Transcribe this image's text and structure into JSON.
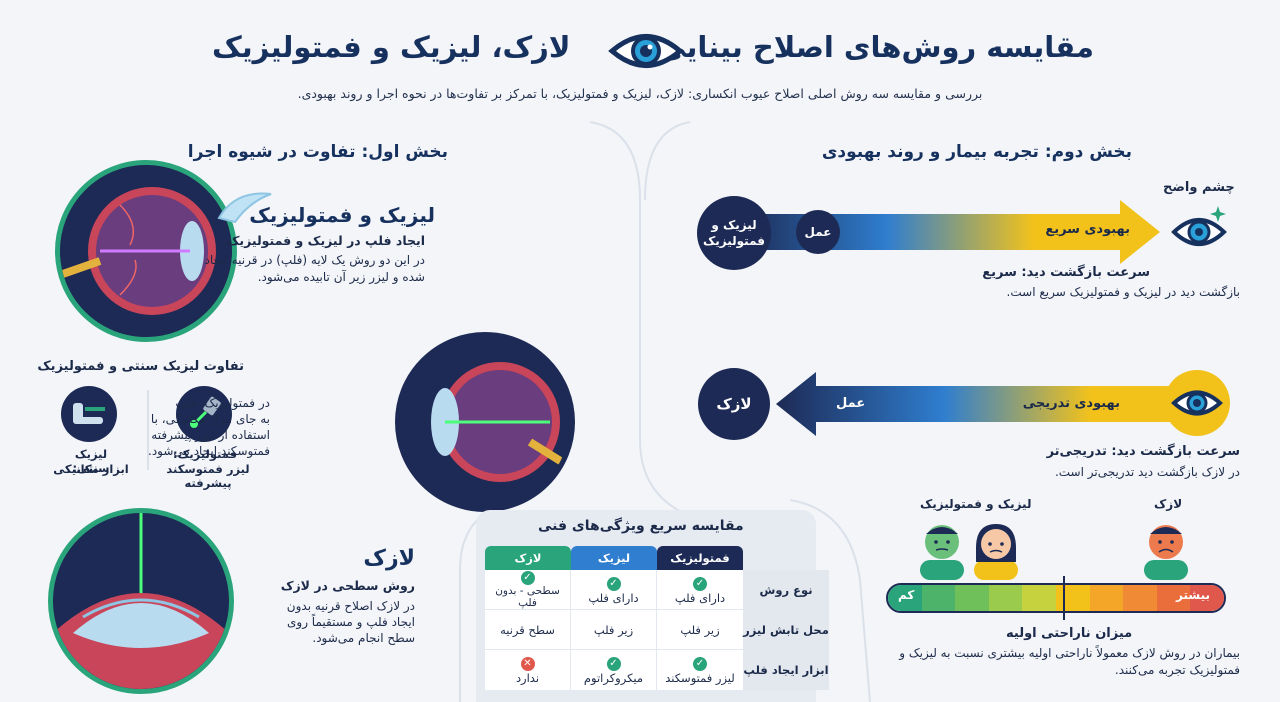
{
  "header": {
    "title_right": "مقایسه روش‌های اصلاح بینایی:",
    "title_left": "لازک، لیزیک و فمتولیزیک",
    "subtitle": "بررسی و مقایسه سه روش اصلی اصلاح عیوب انکساری: لازک، لیزیک و فمتولیزیک، با تمرکز بر تفاوت‌ها در نحوه اجرا و روند بهبودی."
  },
  "section1": {
    "heading": "بخش اول: تفاوت در شیوه اجرا",
    "lasik_femto": {
      "title": "لیزیک و فمتولیزیک",
      "line1": "ایجاد فلپ در لیزیک و فمتولیزیک",
      "line2": "در این دو روش یک لایه (فلپ) در قرنیه ایجاد",
      "line3": "شده و لیزر زیر آن تابیده می‌شود."
    },
    "difference": {
      "title": "تفاوت لیزیک سنتی و فمتولیزیک",
      "traditional_label1": "لیزیک سنتی:",
      "traditional_label2": "ابزار مکانیکی",
      "femto_label1": "فمتولیزیک:",
      "femto_label2": "لیزر فمتوسکند پیشرفته",
      "desc1": "در فمتولیزیک، فلپ",
      "desc2": "به جای ابزار مکانیکی، با",
      "desc3": "استفاده از لیزر پیشرفته",
      "desc4": "فمتوسکند ایجاد می‌شود."
    },
    "lasek": {
      "title": "لازک",
      "subtitle": "روش سطحی در لازک",
      "line1": "در لازک اصلاح قرنیه بدون",
      "line2": "ایجاد فلپ و مستقیماً روی",
      "line3": "سطح انجام می‌شود."
    }
  },
  "section2": {
    "heading": "بخش دوم: تجربه بیمار و روند بهبودی",
    "clear_eye_label": "چشم واضح",
    "fast": {
      "tag": "لیزیک و فمتولیزیک",
      "op": "عمل",
      "recovery": "بهبودی سریع",
      "speed_title": "سرعت بازگشت دید: سریع",
      "speed_desc": "بازگشت دید در لیزیک و فمتولیزیک سریع است."
    },
    "slow": {
      "tag": "لازک",
      "op": "عمل",
      "recovery": "بهبودی تدریجی",
      "speed_title": "سرعت بازگشت دید: تدریجی‌تر",
      "speed_desc": "در لازک بازگشت دید تدریجی‌تر است."
    },
    "discomfort": {
      "label_lasik": "لیزیک و فمتولیزیک",
      "label_lasek": "لازک",
      "scale_low": "کم",
      "scale_high": "بیشتر",
      "title": "میزان ناراحتی اولیه",
      "desc1": "بیماران در روش لازک معمولاً ناراحتی اولیه بیشتری نسبت به لیزیک و",
      "desc2": "فمتولیزیک تجربه می‌کنند."
    }
  },
  "tech_table": {
    "title": "مقایسه سریع ویژگی‌های فنی",
    "headers": [
      "فمتولیزیک",
      "لیزیک",
      "لازک"
    ],
    "header_colors": [
      "#1d2a55",
      "#2f7ecf",
      "#2aa47a"
    ],
    "rows": [
      {
        "label": "نوع روش",
        "cells": [
          "دارای فلپ",
          "دارای فلپ",
          "سطحی - بدون فلپ"
        ],
        "marks": [
          "check",
          "check",
          "check"
        ]
      },
      {
        "label": "محل تابش لیزر",
        "cells": [
          "زیر فلپ",
          "زیر فلپ",
          "سطح قرنیه"
        ],
        "marks": [
          "",
          "",
          ""
        ]
      },
      {
        "label": "ابزار ایجاد فلپ",
        "cells": [
          "لیزر فمتوسکند",
          "میکروکراتوم",
          "ندارد"
        ],
        "marks": [
          "check",
          "check",
          "cross"
        ]
      }
    ]
  },
  "colors": {
    "navy": "#1d2a55",
    "green": "#2aa47a",
    "blue": "#2f7ecf",
    "yellow": "#f2c21b"
  }
}
